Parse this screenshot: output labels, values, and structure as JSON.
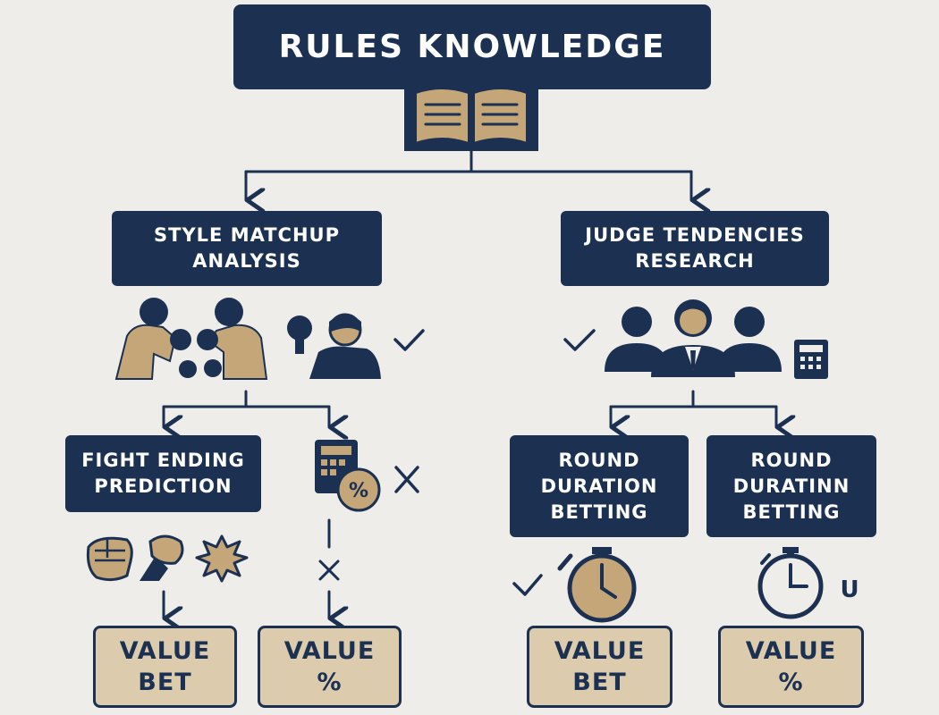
{
  "root": {
    "label": "RULES KNOWLEDGE",
    "icon": "open-book-icon"
  },
  "branches": {
    "style": {
      "label": "STYLE MATCHUP\nANALYSIS",
      "icons": [
        "boxers-icon",
        "boxer-icon",
        "check-icon"
      ]
    },
    "judge": {
      "label": "JUDGE TENDENCIES\nRESEARCH",
      "icons": [
        "check-icon",
        "judges-icon",
        "calculator-icon"
      ]
    }
  },
  "nodes": {
    "fight_ending": {
      "label": "FIGHT ENDING\nPREDICTION",
      "icons": [
        "fist-icon",
        "punch-icon",
        "impact-burst-icon"
      ]
    },
    "odds": {
      "icons": [
        "calculator-percent-icon",
        "cross-icon",
        "cross-icon"
      ]
    },
    "round_duration_1": {
      "label": "ROUND\nDURATION\nBETTING",
      "icons": [
        "check-icon",
        "stopwatch-icon"
      ]
    },
    "round_duration_2": {
      "label": "ROUND\nDURATINN\nBETTING",
      "icons": [
        "stopwatch-icon"
      ],
      "mark": "U"
    }
  },
  "outcomes": [
    {
      "label": "VALUE\nBET"
    },
    {
      "label": "VALUE\n%"
    },
    {
      "label": "VALUE\nBET"
    },
    {
      "label": "VALUE\n%"
    }
  ],
  "colors": {
    "navy": "#1c3152",
    "tan": "#c4a678",
    "light_tan": "#dcccad",
    "background": "#efedea"
  }
}
